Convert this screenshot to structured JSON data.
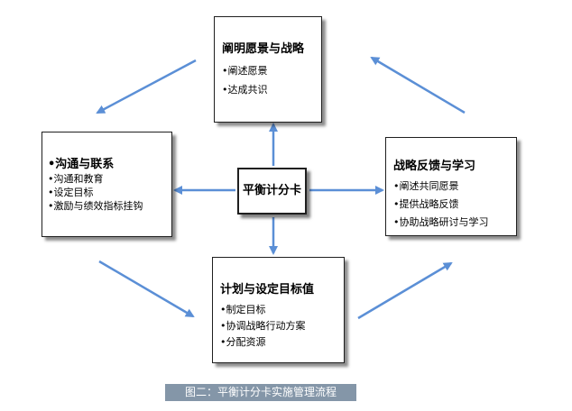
{
  "colors": {
    "arrow": "#5b8fd6",
    "caption_bg": "#8496a8",
    "caption_text": "#ffffff",
    "box_border": "#1f1f1f"
  },
  "center": {
    "title": "平衡计分卡"
  },
  "top_box": {
    "title": "阐明愿景与战略",
    "items": [
      "•阐述愿景",
      "•达成共识"
    ]
  },
  "left_box": {
    "title": "•沟通与联系",
    "items": [
      "•沟通和教育",
      "•设定目标",
      "•激励与绩效指标挂钩"
    ]
  },
  "right_box": {
    "title": "战略反馈与学习",
    "items": [
      "•阐述共同愿景",
      "•提供战略反馈",
      "•协助战略研讨与学习"
    ]
  },
  "bottom_box": {
    "title": "计划与设定目标值",
    "items": [
      "•制定目标",
      "•协调战略行动方案",
      "•分配资源"
    ]
  },
  "caption": "图二：平衡计分卡实施管理流程"
}
